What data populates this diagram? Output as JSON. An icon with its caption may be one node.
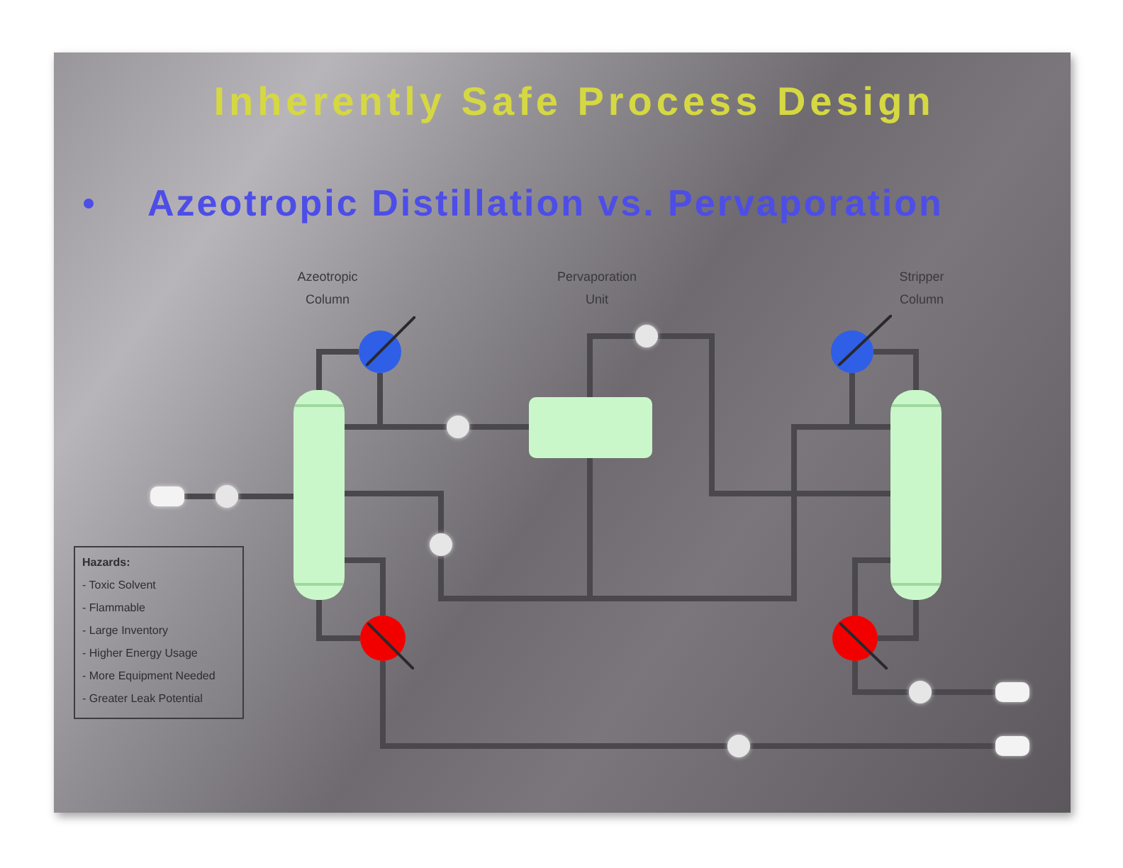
{
  "diagram": {
    "title": "Inherently Safe Process Design",
    "nodes": [
      {
        "text": [],
        "shape": "box"
      },
      {
        "text": [],
        "shape": "circle"
      },
      {
        "text": [],
        "shape": "cylinder"
      },
      {
        "text": [],
        "shape": "circle"
      },
      {
        "text": [],
        "shape": "circle"
      },
      {
        "text": [],
        "shape": "circle"
      },
      {
        "text": [],
        "shape": "box"
      },
      {
        "text": [],
        "shape": "circle"
      },
      {
        "text": [],
        "shape": "circle"
      },
      {
        "text": [],
        "shape": "circle"
      },
      {
        "text": [],
        "shape": "cylinder"
      },
      {
        "text": [],
        "shape": "circle"
      },
      {
        "text": [],
        "shape": "circle"
      },
      {
        "text": [],
        "shape": "box"
      },
      {
        "text": [],
        "shape": "circle"
      },
      {
        "text": [],
        "shape": "box"
      },
      {
        "text": [
          "Hazards:",
          "- Toxic Solvent",
          "- Flammable",
          "- Large Inventory",
          "- Higher Energy Usage",
          "- More Equipment Needed",
          "- Greater Leak Potential"
        ]
      }
    ],
    "edges": [
      {
        "from": 0,
        "to": 1,
        "arrow": "none"
      },
      {
        "from": 1,
        "to": 2,
        "arrow": "none"
      },
      {
        "from": 2,
        "to": 3,
        "arrow": "none"
      },
      {
        "from": 2,
        "to": 5,
        "arrow": "none"
      },
      {
        "from": 3,
        "to": 5,
        "arrow": "none"
      },
      {
        "from": 5,
        "to": 6,
        "arrow": "none"
      },
      {
        "from": 6,
        "to": 7,
        "arrow": "none"
      },
      {
        "from": 7,
        "to": 10,
        "arrow": "none"
      },
      {
        "from": 2,
        "to": 8,
        "arrow": "none"
      },
      {
        "from": 8,
        "to": 10,
        "arrow": "none"
      },
      {
        "from": 6,
        "to": 10,
        "arrow": "none"
      },
      {
        "from": 9,
        "to": 10,
        "arrow": "none"
      },
      {
        "from": 10,
        "to": 9,
        "arrow": "none"
      },
      {
        "from": 2,
        "to": 4,
        "arrow": "none"
      },
      {
        "from": 4,
        "to": 2,
        "arrow": "none"
      },
      {
        "from": 4,
        "to": 14,
        "arrow": "none"
      },
      {
        "from": 14,
        "to": 15,
        "arrow": "none"
      },
      {
        "from": 10,
        "to": 11,
        "arrow": "none"
      },
      {
        "from": 11,
        "to": 10,
        "arrow": "none"
      },
      {
        "from": 11,
        "to": 12,
        "arrow": "none"
      },
      {
        "from": 12,
        "to": 13,
        "arrow": "none"
      }
    ],
    "labels": [
      "Azeotropic Distillation vs. Pervaporation",
      "Azeotropic Column",
      "Pervaporation Unit",
      "Stripper Column"
    ]
  }
}
